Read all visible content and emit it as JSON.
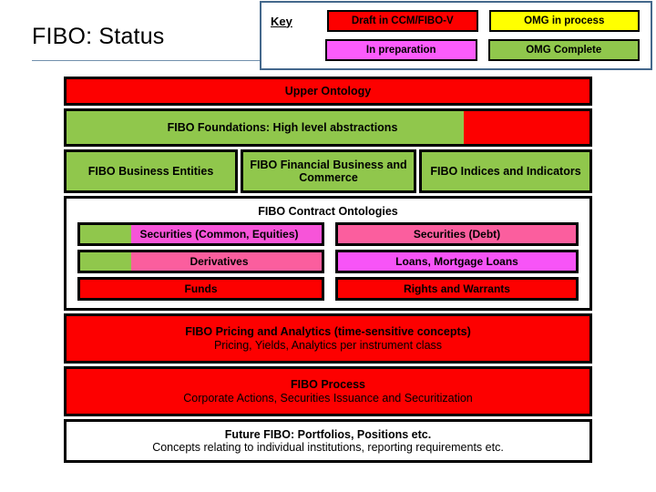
{
  "slide": {
    "title": "FIBO: Status"
  },
  "key": {
    "label": "Key",
    "colors": {
      "draft": "#fd0000",
      "omg_in_process": "#ffff00",
      "in_preparation": "#fb5cfb",
      "omg_complete": "#90c74c"
    },
    "items": [
      {
        "label": "Draft in CCM/FIBO-V",
        "color": "#fd0000"
      },
      {
        "label": "OMG in process",
        "color": "#ffff00"
      },
      {
        "label": "In preparation",
        "color": "#fb5cfb"
      },
      {
        "label": "OMG Complete",
        "color": "#90c74c"
      }
    ]
  },
  "diagram": {
    "upper_ontology": {
      "title": "Upper Ontology",
      "fill": "#fd0000"
    },
    "foundations": {
      "title": "FIBO Foundations: High level abstractions",
      "fill_left": "#90c74c",
      "fill_right": "#fd0000",
      "split_percent": 76
    },
    "business_row": [
      {
        "title": "FIBO Business Entities",
        "fill": "#90c74c"
      },
      {
        "title": "FIBO Financial Business and Commerce",
        "fill": "#90c74c"
      },
      {
        "title": "FIBO Indices and Indicators",
        "fill": "#90c74c"
      }
    ],
    "contracts": {
      "title": "FIBO Contract Ontologies",
      "rows": [
        {
          "left": {
            "label": "Securities (Common, Equities)",
            "fill": "#f754d9",
            "lead_fill": "#90c74c",
            "lead_percent": 21
          },
          "right": {
            "label": "Securities (Debt)",
            "fill": "#fb5e9e",
            "lead_fill": null,
            "lead_percent": 0
          }
        },
        {
          "left": {
            "label": "Derivatives",
            "fill": "#fb5e9e",
            "lead_fill": "#90c74c",
            "lead_percent": 21
          },
          "right": {
            "label": "Loans, Mortgage Loans",
            "fill": "#f754f7",
            "lead_fill": null,
            "lead_percent": 0
          }
        },
        {
          "left": {
            "label": "Funds",
            "fill": "#fd0000",
            "lead_fill": null,
            "lead_percent": 0
          },
          "right": {
            "label": "Rights and Warrants",
            "fill": "#fd0000",
            "lead_fill": null,
            "lead_percent": 0
          }
        }
      ]
    },
    "pricing": {
      "title": "FIBO Pricing and Analytics (time-sensitive concepts)",
      "subtitle": "Pricing, Yields, Analytics per instrument class",
      "fill": "#fd0000"
    },
    "process": {
      "title": "FIBO Process",
      "subtitle": "Corporate Actions, Securities Issuance and Securitization",
      "fill": "#fd0000"
    },
    "future": {
      "title": "Future FIBO: Portfolios, Positions etc.",
      "subtitle": "Concepts relating to individual institutions, reporting requirements etc.",
      "fill": "#ffffff"
    }
  }
}
